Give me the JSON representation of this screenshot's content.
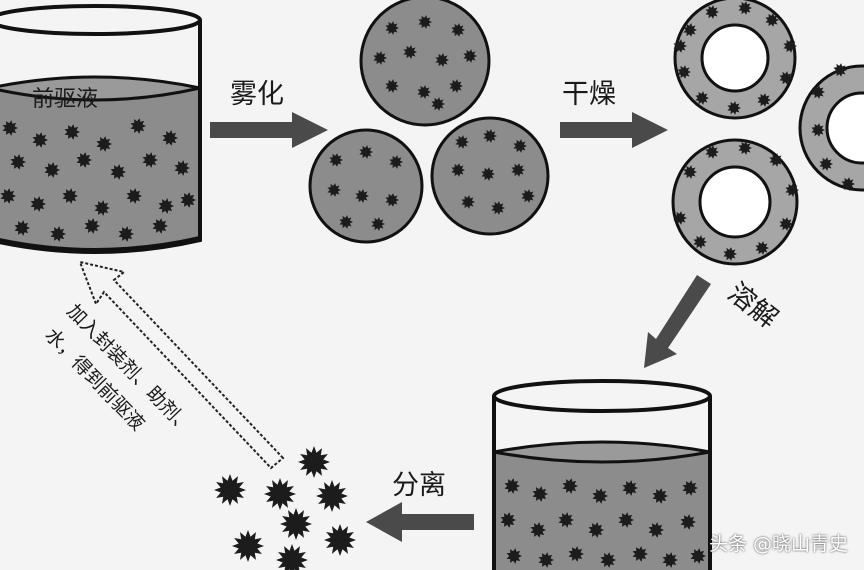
{
  "labels": {
    "precursor": "前驱液",
    "atomize": "雾化",
    "dry": "干燥",
    "dissolve": "溶解",
    "separate": "分离",
    "recycle_line1": "加入封装剂、助剂、",
    "recycle_line2": "水，得到前驱液"
  },
  "watermark": "头条 @晓山青史",
  "colors": {
    "liquid": "#8c8c8c",
    "particle": "#1c1c1c",
    "shell": "#a6a6a6",
    "arrow": "#4a4a4a"
  }
}
